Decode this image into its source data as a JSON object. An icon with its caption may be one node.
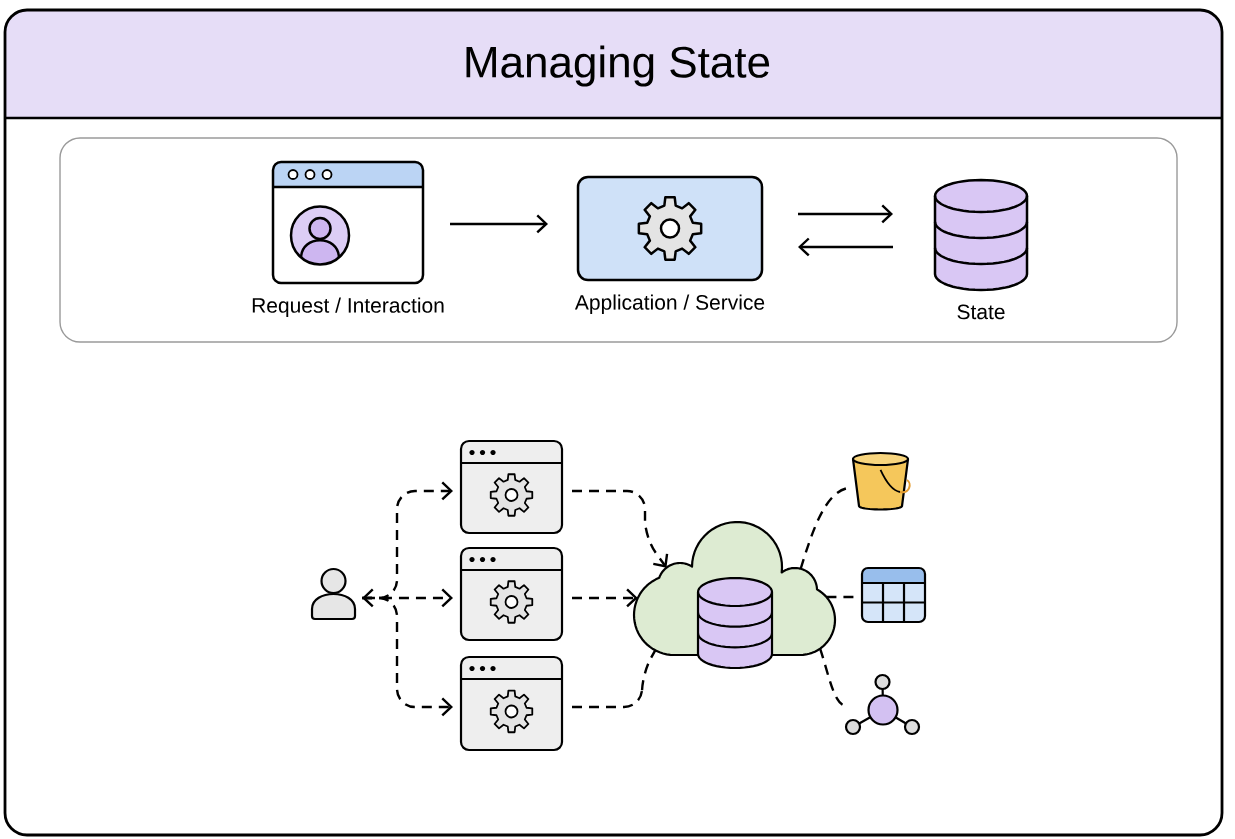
{
  "diagram": {
    "title": "Managing State",
    "nodes": [
      {
        "text": [
          "Request / Interaction"
        ]
      },
      {
        "text": [
          "Application / Service"
        ]
      },
      {
        "text": [
          "State"
        ]
      },
      {
        "text": [],
        "shape": "person"
      },
      {
        "text": [],
        "shape": "box"
      },
      {
        "text": [],
        "shape": "box"
      },
      {
        "text": [],
        "shape": "box"
      },
      {
        "text": [],
        "shape": "cloud"
      },
      {
        "text": [],
        "shape": "cylinder",
        "in": 7
      },
      {
        "text": [],
        "shape": "bucket"
      },
      {
        "text": [],
        "shape": "table"
      },
      {
        "text": [],
        "shape": "graph"
      }
    ],
    "edges": [
      {
        "from": 0,
        "to": 1,
        "arrow": "to"
      },
      {
        "from": 1,
        "to": 2,
        "arrow": "to"
      },
      {
        "from": 2,
        "to": 1,
        "arrow": "to"
      },
      {
        "from": 3,
        "to": 4,
        "arrow": "to",
        "style": "dashed"
      },
      {
        "from": 3,
        "to": 5,
        "arrow": "both",
        "style": "dashed"
      },
      {
        "from": 3,
        "to": 6,
        "arrow": "to",
        "style": "dashed"
      },
      {
        "from": 4,
        "to": 7,
        "arrow": "to",
        "style": "dashed"
      },
      {
        "from": 5,
        "to": 7,
        "arrow": "to",
        "style": "dashed"
      },
      {
        "from": 6,
        "to": 7,
        "arrow": "none",
        "style": "dashed"
      },
      {
        "from": 7,
        "to": 9,
        "arrow": "none",
        "style": "dashed"
      },
      {
        "from": 7,
        "to": 10,
        "arrow": "none",
        "style": "dashed"
      },
      {
        "from": 7,
        "to": 11,
        "arrow": "none",
        "style": "dashed"
      }
    ]
  }
}
